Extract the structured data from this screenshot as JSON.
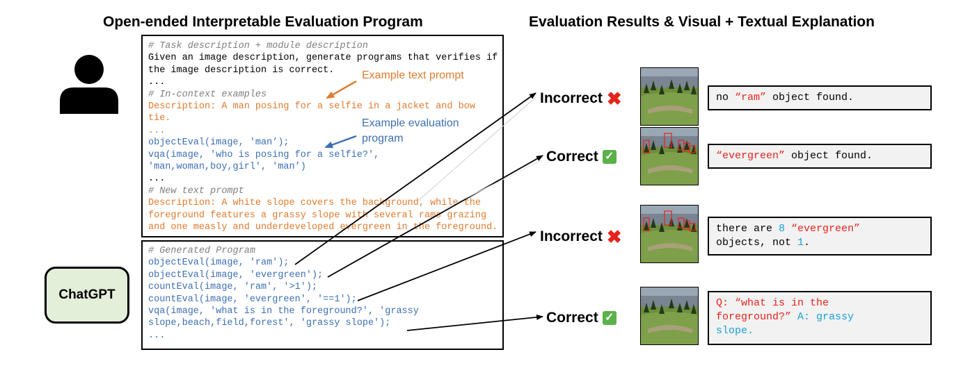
{
  "headings": {
    "left": "Open-ended Interpretable Evaluation Program",
    "right": "Evaluation Results & Visual + Textual Explanation"
  },
  "chatgpt_label": "ChatGPT",
  "prompt_lines": [
    {
      "text": "# Task description + module description",
      "style": "comment"
    },
    {
      "text": "Given an image description, generate programs that verifies if",
      "style": "plain"
    },
    {
      "text": "the image description is correct.",
      "style": "plain"
    },
    {
      "text": "...",
      "style": "plain"
    },
    {
      "text": "# In-context examples",
      "style": "comment"
    },
    {
      "text": "Description: A man posing for a selfie in a jacket and bow",
      "style": "orange"
    },
    {
      "text": "tie.",
      "style": "orange"
    },
    {
      "text": "...",
      "style": "orange"
    },
    {
      "text": "objectEval(image, 'man’);",
      "style": "blue"
    },
    {
      "text": "vqa(image, 'who is posing for a selfie?',",
      "style": "blue"
    },
    {
      "text": "'man,woman,boy,girl', 'man’)",
      "style": "blue"
    },
    {
      "text": "...",
      "style": "plain"
    },
    {
      "text": "# New text prompt",
      "style": "comment"
    },
    {
      "text": "Description: A white slope covers the background, while the",
      "style": "orange"
    },
    {
      "text": "foreground features a grassy slope with several rams grazing",
      "style": "orange"
    },
    {
      "text": "and one measly and underdeveloped evergreen in the foreground.",
      "style": "orange"
    }
  ],
  "annotations": {
    "text_prompt": "Example text prompt",
    "eval_program_1": "Example evaluation",
    "eval_program_2": "program"
  },
  "program_lines": [
    {
      "text": "# Generated Program",
      "style": "comment"
    },
    {
      "text": "objectEval(image, 'ram');",
      "style": "blue"
    },
    {
      "text": "objectEval(image, 'evergreen');",
      "style": "blue"
    },
    {
      "text": "countEval(image, 'ram', '>1');",
      "style": "blue"
    },
    {
      "text": "countEval(image, 'evergreen', '==1');",
      "style": "blue"
    },
    {
      "text": "vqa(image, 'what is in the foreground?', 'grassy",
      "style": "blue"
    },
    {
      "text": "slope,beach,field,forest', 'grassy slope');",
      "style": "blue"
    },
    {
      "text": "...",
      "style": "blue"
    }
  ],
  "results": [
    {
      "label": "Incorrect",
      "mark": "cross",
      "explanation": [
        [
          {
            "t": "no ",
            "c": "plain"
          },
          {
            "t": "“ram”",
            "c": "red"
          },
          {
            "t": " object found.",
            "c": "plain"
          }
        ]
      ]
    },
    {
      "label": "Correct",
      "mark": "check",
      "explanation": [
        [
          {
            "t": "“evergreen”",
            "c": "red"
          },
          {
            "t": " object found.",
            "c": "plain"
          }
        ]
      ]
    },
    {
      "label": "Incorrect",
      "mark": "cross",
      "explanation": [
        [
          {
            "t": "there are ",
            "c": "plain"
          },
          {
            "t": "8",
            "c": "cyan"
          },
          {
            "t": " ",
            "c": "plain"
          },
          {
            "t": "“evergreen”",
            "c": "red"
          }
        ],
        [
          {
            "t": "objects, not ",
            "c": "plain"
          },
          {
            "t": "1",
            "c": "cyan"
          },
          {
            "t": ".",
            "c": "plain"
          }
        ]
      ]
    },
    {
      "label": "Correct",
      "mark": "check",
      "explanation": [
        [
          {
            "t": "Q: “what is in the",
            "c": "red"
          }
        ],
        [
          {
            "t": "foreground?”",
            "c": "red"
          },
          {
            "t": " A: grassy",
            "c": "cyan"
          }
        ],
        [
          {
            "t": "slope.",
            "c": "cyan"
          }
        ]
      ]
    }
  ],
  "colors": {
    "code_blue": "#3d6fb3",
    "prompt_orange": "#e07b2e",
    "comment_gray": "#7f7f7f",
    "error_red": "#e5231b",
    "answer_cyan": "#1a9fd6",
    "chatgpt_bg": "#e3efd9",
    "check_green": "#5bb14a"
  }
}
